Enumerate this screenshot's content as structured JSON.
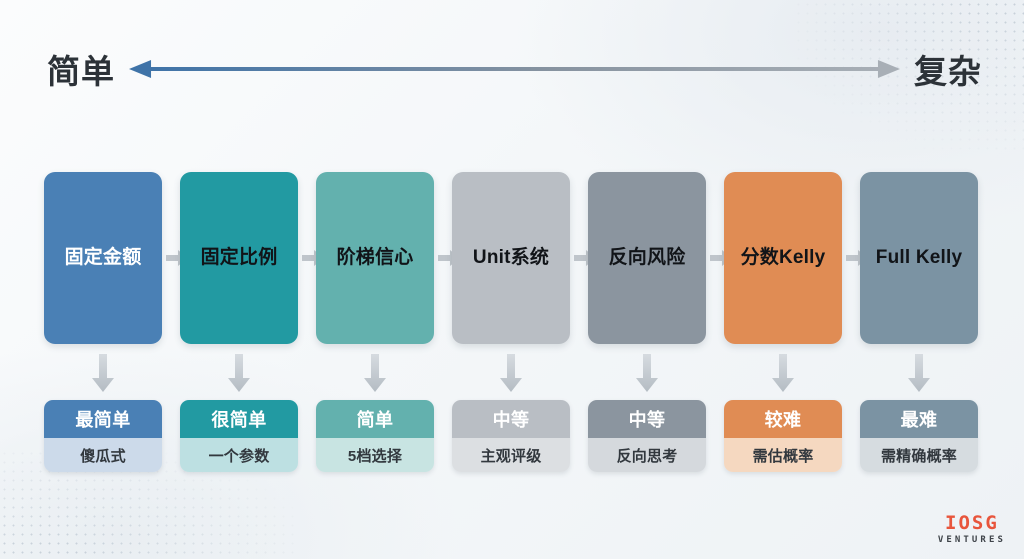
{
  "scale": {
    "left_label": "简单",
    "right_label": "复杂",
    "left_arrow_icon": "arrow-left-icon",
    "right_arrow_icon": "arrow-right-icon",
    "left_arrow_color": "#3f73a8",
    "right_arrow_color": "#a8afb6"
  },
  "flow": {
    "connector_icon": "arrow-right-small-icon",
    "down_arrow_icon": "arrow-down-icon",
    "steps": [
      {
        "method": "固定金额",
        "method_bg": "#4a80b5",
        "method_text_color": "#ffffff",
        "difficulty": "最简单",
        "difficulty_bg": "#4a80b5",
        "detail": "傻瓜式",
        "detail_bg": "#ccdaea"
      },
      {
        "method": "固定比例",
        "method_bg": "#229aa2",
        "method_text_color": "#111418",
        "difficulty": "很简单",
        "difficulty_bg": "#229aa2",
        "detail": "一个参数",
        "detail_bg": "#bde0e2"
      },
      {
        "method": "阶梯信心",
        "method_bg": "#63b1ae",
        "method_text_color": "#111418",
        "difficulty": "简单",
        "difficulty_bg": "#63b1ae",
        "detail": "5档选择",
        "detail_bg": "#c8e4e2"
      },
      {
        "method": "Unit系统",
        "method_bg": "#b9bec4",
        "method_text_color": "#111418",
        "difficulty": "中等",
        "difficulty_bg": "#b9bec4",
        "detail": "主观评级",
        "detail_bg": "#dcdfe2"
      },
      {
        "method": "反向风险",
        "method_bg": "#8b959f",
        "method_text_color": "#111418",
        "difficulty": "中等",
        "difficulty_bg": "#8b959f",
        "detail": "反向思考",
        "detail_bg": "#d5d9dd"
      },
      {
        "method": "分数Kelly",
        "method_bg": "#e08c54",
        "method_text_color": "#111418",
        "difficulty": "较难",
        "difficulty_bg": "#e08c54",
        "detail": "需估概率",
        "detail_bg": "#f5d8c0"
      },
      {
        "method": "Full Kelly",
        "method_bg": "#7b93a3",
        "method_text_color": "#111418",
        "difficulty": "最难",
        "difficulty_bg": "#7b93a3",
        "detail": "需精确概率",
        "detail_bg": "#d6dce0"
      }
    ]
  },
  "brand": {
    "mark": "IOSG",
    "word": "VENTURES",
    "mark_color": "#e8553c"
  }
}
